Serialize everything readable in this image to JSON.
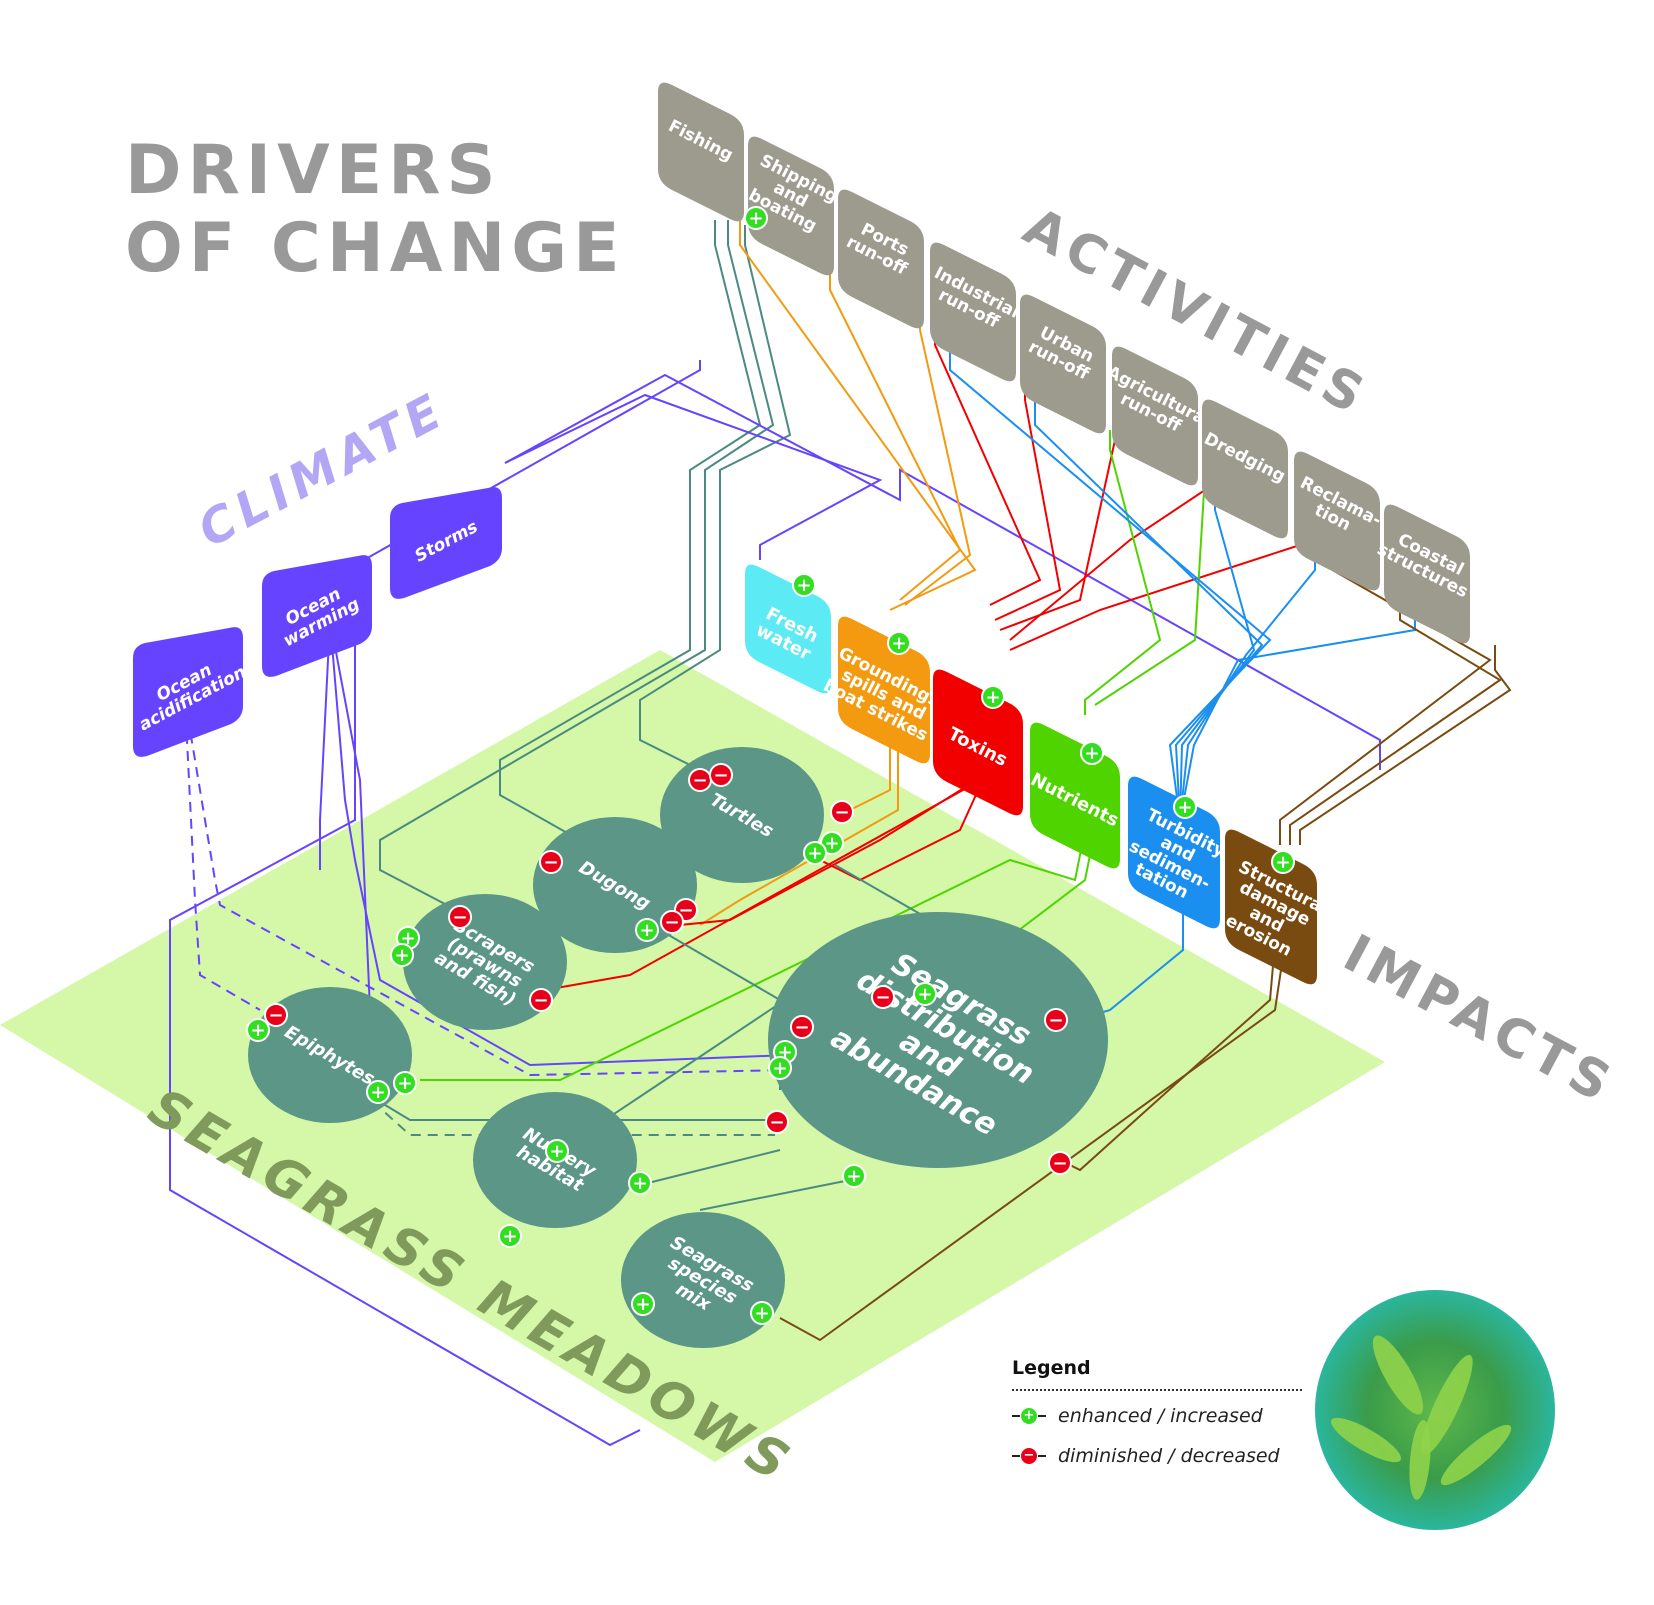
{
  "title": {
    "line1": "DRIVERS",
    "line2": "OF CHANGE"
  },
  "sections": {
    "climate": "CLIMATE",
    "activities": "ACTIVITIES",
    "impacts": "IMPACTS",
    "meadows": "SEAGRASS MEADOWS"
  },
  "colors": {
    "climate": "#6644ff",
    "climate_title": "#b3a6f5",
    "activity": "#9c9b8e",
    "meadow_bg": "#d4f8a8",
    "meadow_title": "#7f9a5a",
    "node": "#5b9686",
    "fresh_water": "#5ceaf5",
    "groundings": "#f39a10",
    "toxins": "#f20000",
    "nutrients": "#4fd400",
    "turbidity": "#1a8ff0",
    "structural": "#7a4b10",
    "plus": "#33dd22",
    "minus": "#e8001a",
    "fishing_line": "#4a8a80"
  },
  "climate_drivers": [
    {
      "id": "ocean-acidification",
      "lines": [
        "Ocean",
        "acidification"
      ]
    },
    {
      "id": "ocean-warming",
      "lines": [
        "Ocean",
        "warming"
      ]
    },
    {
      "id": "storms",
      "lines": [
        "Storms"
      ]
    }
  ],
  "activities": [
    {
      "id": "fishing",
      "lines": [
        "Fishing"
      ]
    },
    {
      "id": "shipping-boating",
      "lines": [
        "Shipping",
        "and",
        "boating"
      ]
    },
    {
      "id": "ports-run-off",
      "lines": [
        "Ports",
        "run-off"
      ]
    },
    {
      "id": "industrial-run-off",
      "lines": [
        "Industrial",
        "run-off"
      ]
    },
    {
      "id": "urban-run-off",
      "lines": [
        "Urban",
        "run-off"
      ]
    },
    {
      "id": "agricultural-run-off",
      "lines": [
        "Agricultural",
        "run-off"
      ]
    },
    {
      "id": "dredging",
      "lines": [
        "Dredging"
      ]
    },
    {
      "id": "reclamation",
      "lines": [
        "Reclama-",
        "tion"
      ]
    },
    {
      "id": "coastal-structures",
      "lines": [
        "Coastal",
        "structures"
      ]
    }
  ],
  "impacts": [
    {
      "id": "fresh-water",
      "lines": [
        "Fresh",
        "water"
      ]
    },
    {
      "id": "groundings",
      "lines": [
        "Groundings,",
        "spills and",
        "boat strikes"
      ]
    },
    {
      "id": "toxins",
      "lines": [
        "Toxins"
      ]
    },
    {
      "id": "nutrients",
      "lines": [
        "Nutrients"
      ]
    },
    {
      "id": "turbidity",
      "lines": [
        "Turbidity",
        "and",
        "sedimen-",
        "tation"
      ]
    },
    {
      "id": "structural-damage",
      "lines": [
        "Structural",
        "damage",
        "and",
        "erosion"
      ]
    }
  ],
  "meadow_nodes": [
    {
      "id": "turtles",
      "lines": [
        "Turtles"
      ]
    },
    {
      "id": "dugong",
      "lines": [
        "Dugong"
      ]
    },
    {
      "id": "scrapers",
      "lines": [
        "Scrapers",
        "(prawns",
        "and fish)"
      ]
    },
    {
      "id": "epiphytes",
      "lines": [
        "Epiphytes"
      ]
    },
    {
      "id": "seagrass-distribution",
      "lines": [
        "Seagrass",
        "distribution",
        "and",
        "abundance"
      ]
    },
    {
      "id": "nursery-habitat",
      "lines": [
        "Nursery",
        "habitat"
      ]
    },
    {
      "id": "seagrass-species-mix",
      "lines": [
        "Seagrass",
        "species",
        "mix"
      ]
    }
  ],
  "legend": {
    "title": "Legend",
    "items": [
      {
        "symbol": "+",
        "label": "enhanced / increased"
      },
      {
        "symbol": "−",
        "label": "diminished / decreased"
      }
    ]
  }
}
